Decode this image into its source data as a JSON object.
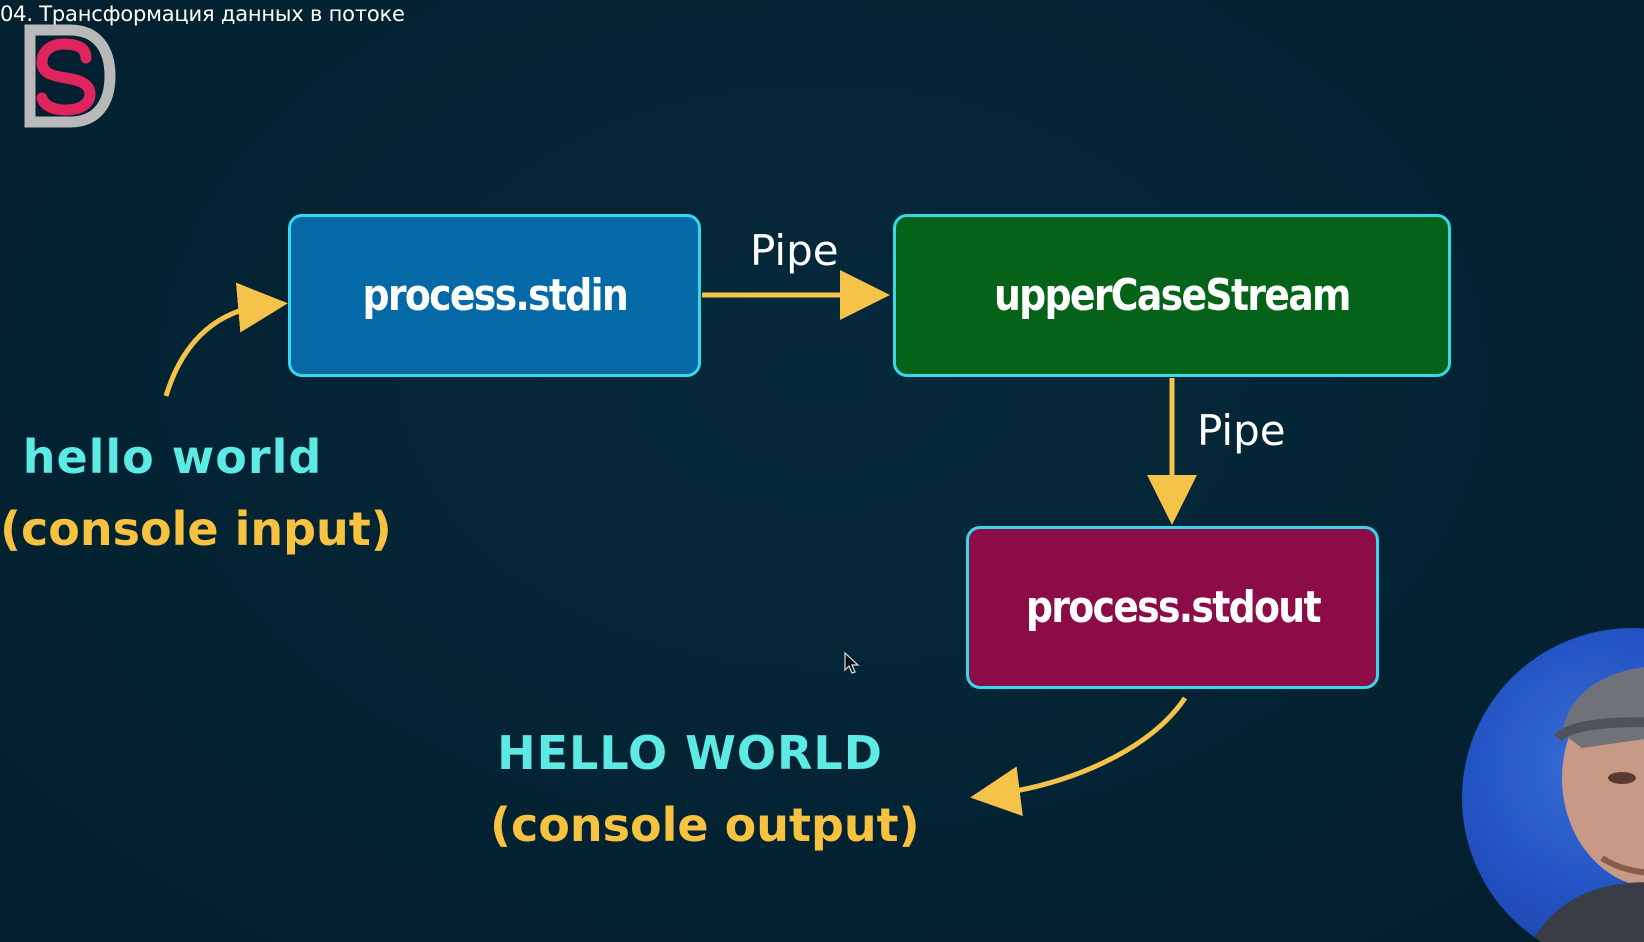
{
  "video": {
    "title": "04. Трансформация данных в потоке"
  },
  "logo": {
    "icon": "ds-logo-icon",
    "colors": {
      "outer": "#b9b9b9",
      "inner": "#e0245e"
    }
  },
  "diagram": {
    "nodes": [
      {
        "id": "stdin",
        "label": "process.stdin",
        "color": "#0569a8"
      },
      {
        "id": "upper",
        "label": "upperCaseStream",
        "color": "#046318"
      },
      {
        "id": "stdout",
        "label": "process.stdout",
        "color": "#8b0c46"
      }
    ],
    "edges": [
      {
        "from": "stdin",
        "to": "upper",
        "label": "Pipe"
      },
      {
        "from": "upper",
        "to": "stdout",
        "label": "Pipe"
      }
    ],
    "input_caption": {
      "value": "hello world",
      "note": "(console input)"
    },
    "output_caption": {
      "value": "HELLO WORLD",
      "note": "(console output)"
    },
    "colors": {
      "border": "#37d6ea",
      "arrow": "#f5c24a",
      "value_text": "#5de9e4",
      "note_text": "#f7c23f",
      "background": "#032534"
    }
  },
  "presenter": {
    "icon": "presenter-webcam"
  }
}
